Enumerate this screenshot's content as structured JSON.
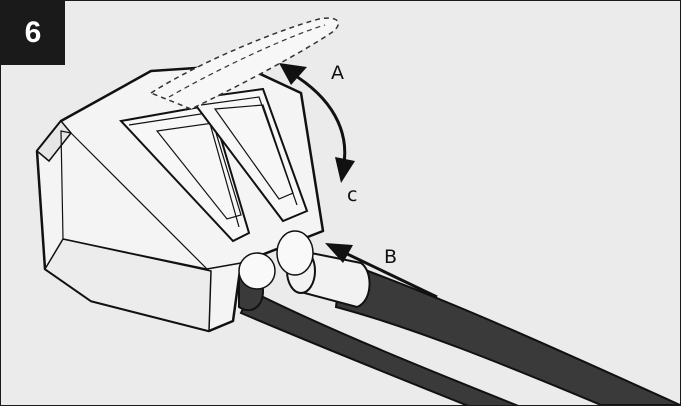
{
  "step": {
    "number": "6"
  },
  "labels": {
    "a": "A",
    "b": "B",
    "c": "c"
  },
  "colors": {
    "background": "#ebebeb",
    "badge": "#1a1a1a",
    "connector_body": "#f4f4f4",
    "wire_insulation": "#3a3a3a",
    "outline": "#111111"
  },
  "icons": {
    "lever_arrow": "curved-double-arrow-icon",
    "insert_arrow": "straight-arrow-icon"
  }
}
